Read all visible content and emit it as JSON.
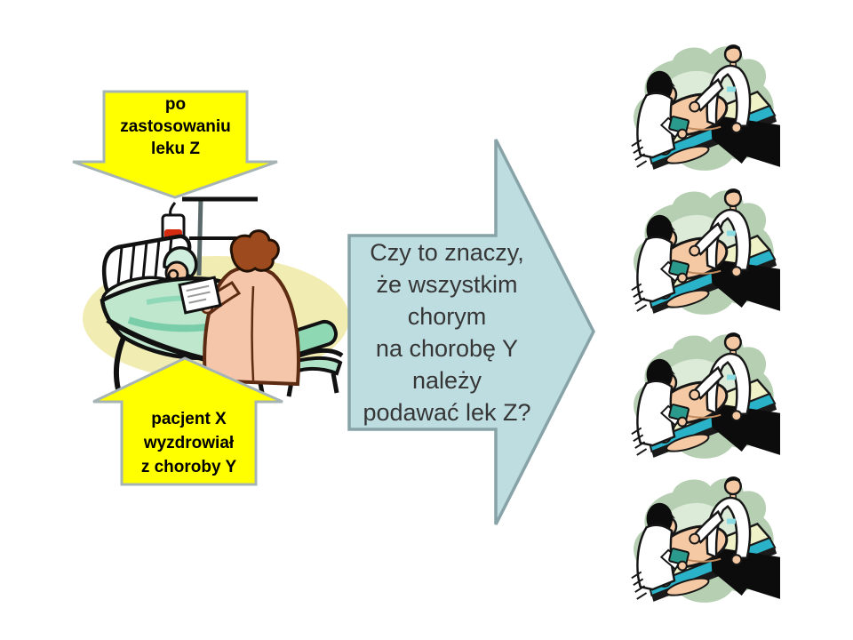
{
  "slide_type": "presentation-slide",
  "arrows": {
    "top": {
      "shape": "block-arrow-down",
      "lines": [
        "po",
        "zastosowaniu",
        "leku Z"
      ]
    },
    "bottom": {
      "shape": "block-arrow-up",
      "lines": [
        "pacjent X",
        "wyzdrowiał",
        "z choroby Y"
      ]
    },
    "main": {
      "shape": "block-arrow-right",
      "lines": [
        "Czy to znaczy,",
        "że wszystkim",
        "chorym",
        "na chorobę Y",
        "należy",
        "podawać lek Z?"
      ]
    }
  },
  "illustrations": {
    "left": {
      "name": "patient-in-hospital-bed-with-nurse-clipart",
      "count": 1
    },
    "right": {
      "name": "doctor-examining-patient-clipart",
      "count": 4
    }
  },
  "colors": {
    "background": "#ffffff",
    "highlight_yellow": "#ffff00",
    "shape_border_gray": "#a7b4b6",
    "arrow_blue_fill": "#bedde1",
    "arrow_blue_border": "#87a3a7",
    "text_dark": "#363636",
    "text_black": "#000000"
  },
  "clipart_palette": {
    "sage_blob": "#b6cfb2",
    "pale_yellow_blob": "#f1ecb2",
    "skin": "#f4c9a3",
    "table_teal": "#29b2c8",
    "blanket_green": "#bfe7cd",
    "nurse_gown": "#f6c6ab",
    "iv_red": "#d42a10"
  }
}
